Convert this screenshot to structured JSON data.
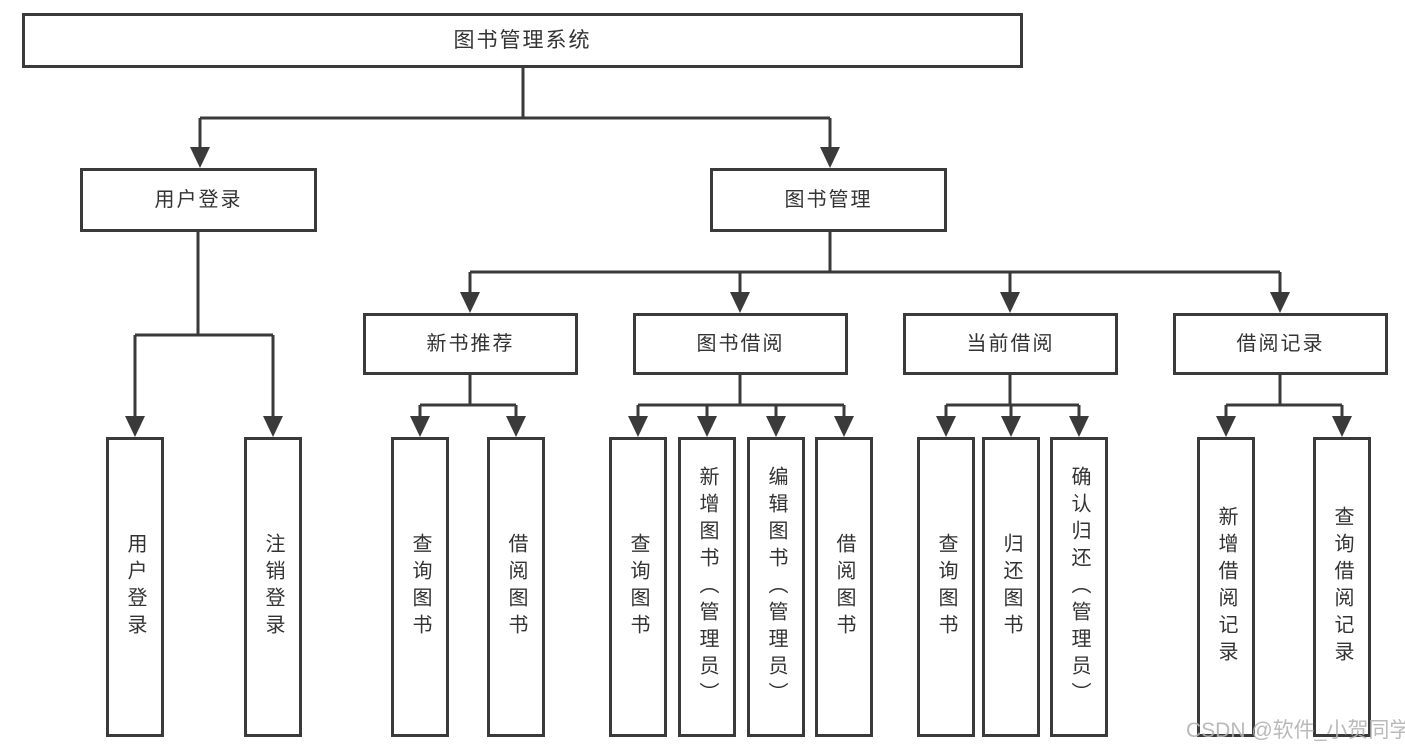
{
  "tree": {
    "label": "图书管理系统",
    "children": [
      {
        "label": "用户登录",
        "children": [
          {
            "label": "用户登录"
          },
          {
            "label": "注销登录"
          }
        ]
      },
      {
        "label": "图书管理",
        "children": [
          {
            "label": "新书推荐",
            "children": [
              {
                "label": "查询图书"
              },
              {
                "label": "借阅图书"
              }
            ]
          },
          {
            "label": "图书借阅",
            "children": [
              {
                "label": "查询图书"
              },
              {
                "label": "新增图书（管理员）"
              },
              {
                "label": "编辑图书（管理员）"
              },
              {
                "label": "借阅图书"
              }
            ]
          },
          {
            "label": "当前借阅",
            "children": [
              {
                "label": "查询图书"
              },
              {
                "label": "归还图书"
              },
              {
                "label": "确认归还（管理员）"
              }
            ]
          },
          {
            "label": "借阅记录",
            "children": [
              {
                "label": "新增借阅记录"
              },
              {
                "label": "查询借阅记录"
              }
            ]
          }
        ]
      }
    ]
  },
  "watermark": "CSDN @软件_小贺同学",
  "colors": {
    "line": "#3a3a3a",
    "box_border": "#3a3a3a",
    "text": "#333333",
    "background": "#ffffff",
    "watermark": "#b2b2b2"
  }
}
